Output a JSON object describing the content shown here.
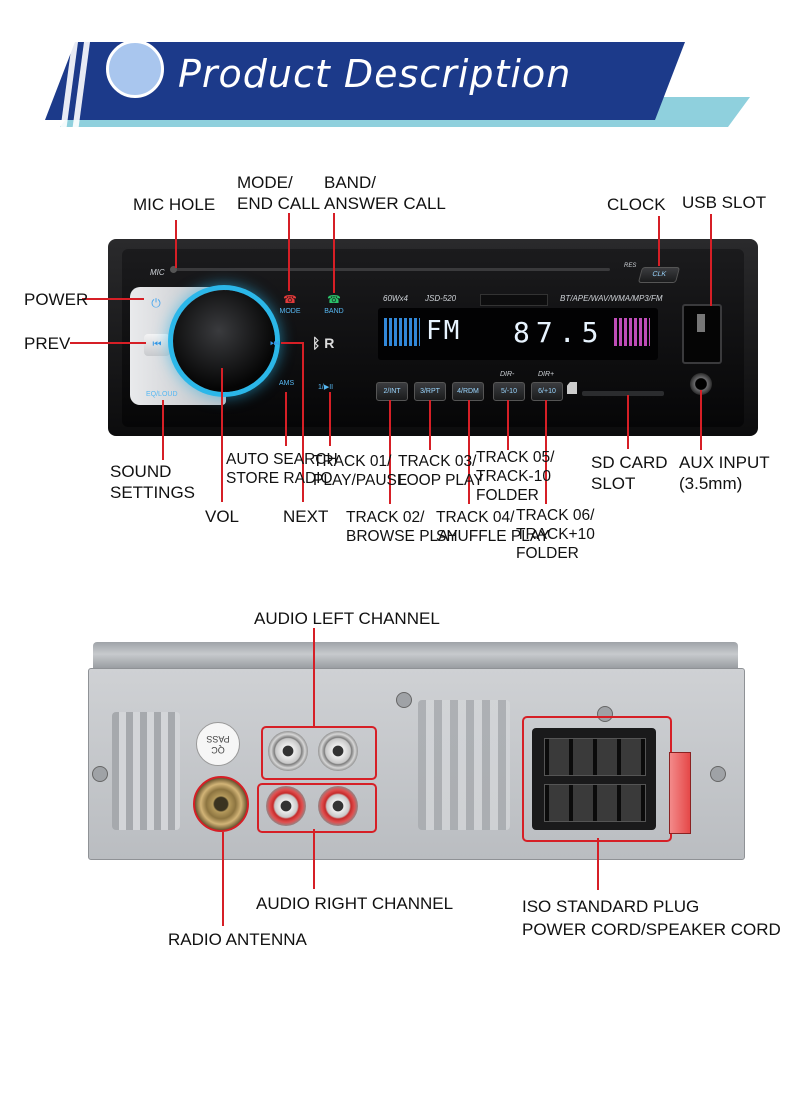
{
  "header": {
    "title": "Product Description"
  },
  "front_panel": {
    "labels": {
      "mic_hole": "MIC HOLE",
      "mode": "MODE/\nEND CALL",
      "band": "BAND/\nANSWER CALL",
      "clock": "CLOCK",
      "usb_slot": "USB SLOT",
      "power": "POWER",
      "prev": "PREV",
      "sound_settings": "SOUND\nSETTINGS",
      "vol": "VOL",
      "auto_search": "AUTO SEARCH\nSTORE RADIO",
      "next": "NEXT",
      "track01": "TRACK 01/\nPLAY/PAUSE",
      "track02": "TRACK 02/\nBROWSE PLAY",
      "track03": "TRACK 03/\nLOOP PLAY",
      "track04": "TRACK 04/\nSHUFFLE PLAY",
      "track05": "TRACK 05/\nTRACK-10\nFOLDER",
      "track06": "TRACK 06/\nTRACK+10\nFOLDER",
      "sd_card": "SD CARD\nSLOT",
      "aux_input": "AUX INPUT\n(3.5mm)"
    },
    "device_text": {
      "mic": "MIC",
      "res": "RES",
      "clk": "CLK",
      "mode_btn": "MODE",
      "band_btn": "BAND",
      "power_out": "60Wx4",
      "model": "JSD-520",
      "formats": "BT/APE/WAV/WMA/MP3/FM",
      "display_band": "FM",
      "display_freq": "87.5",
      "ams": "AMS",
      "play_btn": "1/▶II",
      "eq_loud": "EQ/LOUD",
      "dir_minus": "DIR-",
      "dir_plus": "DIR+",
      "buttons": [
        "2/INT",
        "3/RPT",
        "4/RDM",
        "5/-10",
        "6/+10"
      ]
    }
  },
  "rear_panel": {
    "labels": {
      "audio_left": "AUDIO LEFT CHANNEL",
      "audio_right": "AUDIO RIGHT CHANNEL",
      "radio_antenna": "RADIO ANTENNA",
      "iso_plug": "ISO STANDARD PLUG\nPOWER CORD/SPEAKER CORD"
    },
    "device_text": {
      "qc": "QC\nPASS"
    }
  },
  "colors": {
    "banner_dark": "#1c3a8a",
    "banner_light": "#8fd0dd",
    "callout_line": "#d61f26",
    "knob_glow": "#2bb7e9"
  }
}
